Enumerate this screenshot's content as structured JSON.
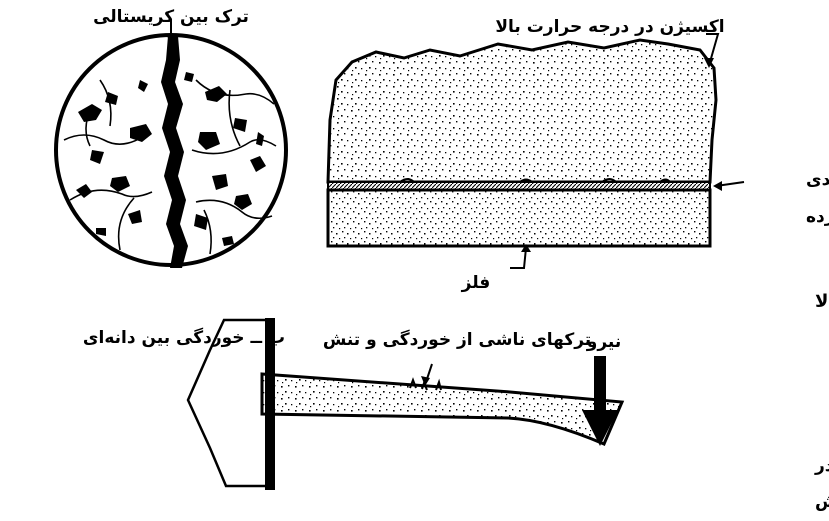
{
  "diagram": {
    "panel_a": {
      "caption": "الف ــ خوردگی در درجه حرارت بالا",
      "oxygen_label": "اکسیژن در درجه حرارت بالا",
      "oxide_layer_label": "پوسته اکسیدی",
      "cracked_label": "ترک خورده",
      "metal_label": "فلز"
    },
    "panel_b": {
      "caption": "ب ــ خوردگی بین دانه‌ای",
      "crack_label": "ترک بین کریستالی"
    },
    "panel_c": {
      "caption_line1": "ج ــ ترک خوردن در",
      "caption_line2": "اثر خوردگی و تنش",
      "cracks_label": "ترکهای ناشی از خوردگی و تنش",
      "force_label": "نیرو"
    }
  },
  "colors": {
    "ink": "#000000",
    "background": "#ffffff"
  }
}
